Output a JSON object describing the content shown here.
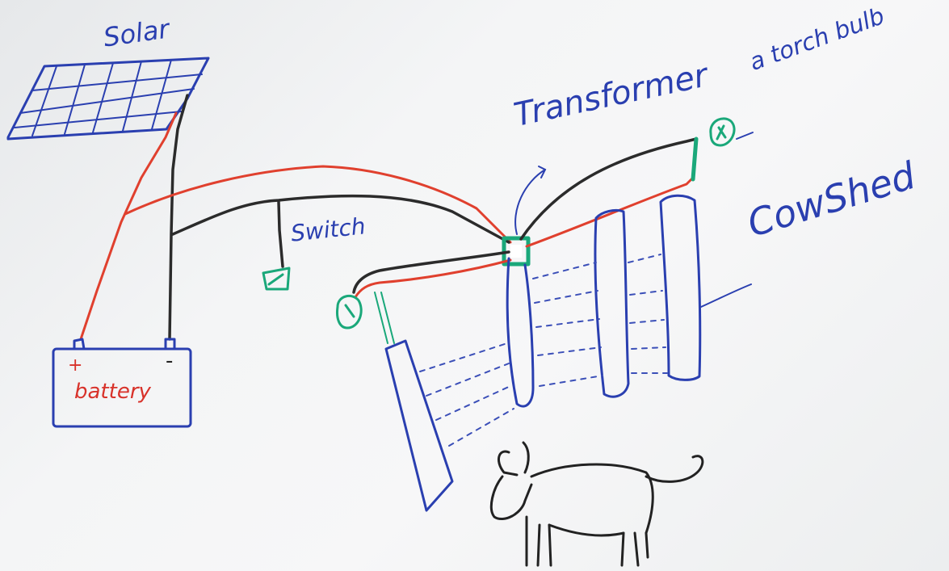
{
  "labels": {
    "solar": "Solar",
    "transformer": "Transformer",
    "torch_bulb": "a torch bulb",
    "switch": "Switch",
    "cow_shed": "CowShed",
    "battery": "battery",
    "battery_plus": "+",
    "battery_minus": "-"
  },
  "colors": {
    "marker_blue": "#2a3fb0",
    "wire_red": "#e0402e",
    "wire_black": "#2b2b2b",
    "marker_green": "#1aa87a"
  }
}
